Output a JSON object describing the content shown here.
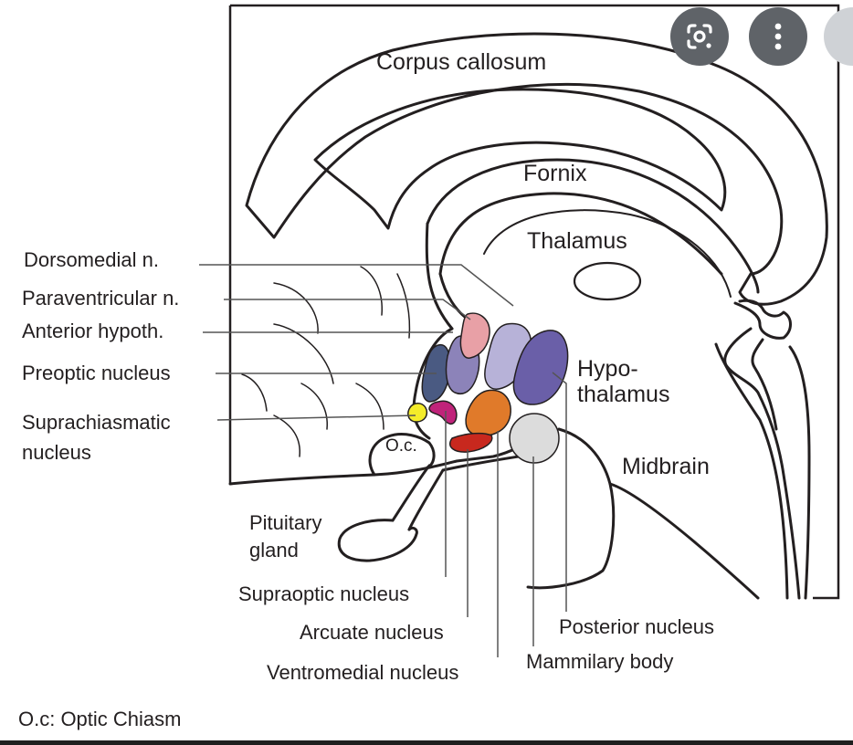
{
  "labels": {
    "corpus_callosum": "Corpus callosum",
    "fornix": "Fornix",
    "thalamus": "Thalamus",
    "hypothalamus": "Hypo-\nthalamus",
    "midbrain": "Midbrain",
    "dorsomedial": "Dorsomedial n.",
    "paraventricular": "Paraventricular n.",
    "anterior": "Anterior hypoth.",
    "preoptic": "Preoptic nucleus",
    "suprachiasmatic": "Suprachiasmatic\nnucleus",
    "oc": "O.c.",
    "pituitary": "Pituitary\ngland",
    "supraoptic": "Supraoptic nucleus",
    "arcuate": "Arcuate nucleus",
    "ventromedial": "Ventromedial nucleus",
    "posterior": "Posterior nucleus",
    "mammilary": "Mammilary body",
    "legend": "O.c: Optic Chiasm"
  },
  "colors": {
    "dorsomedial": "#e8a0a6",
    "anterior": "#8c83b9",
    "paraventricular_region": "#b7b2d8",
    "posterior": "#6a5fa8",
    "preoptic": "#4a5a82",
    "suprachiasmatic": "#f4ec2a",
    "supraoptic_magenta": "#c0237a",
    "ventromedial": "#e07a2a",
    "arcuate": "#c8281e",
    "mammilary": "#dcdcdc",
    "outline": "#231f20",
    "pointer": "#555555"
  },
  "controls": {
    "lens_icon": "google-lens-icon",
    "more_icon": "more-vert-icon"
  }
}
